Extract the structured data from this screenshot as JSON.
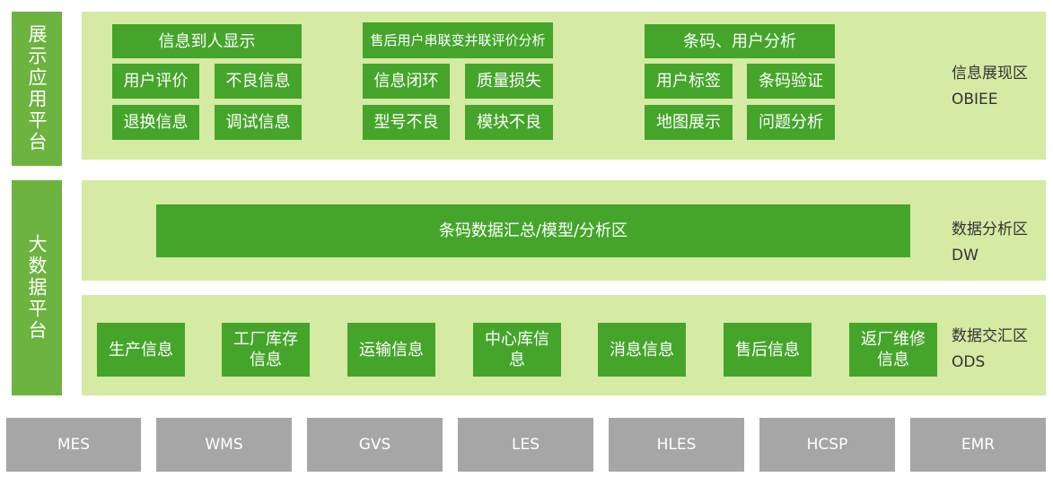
{
  "sidebar": {
    "display_platform": "展示应用平台",
    "bigdata_platform": "大数据平台"
  },
  "presentation": {
    "zone_label": "信息展现区",
    "zone_sub": "OBIEE",
    "group1": {
      "title": "信息到人显示",
      "items": [
        "用户评价",
        "不良信息",
        "退换信息",
        "调试信息"
      ]
    },
    "group2": {
      "title": "售后用户串联变并联评价分析",
      "items": [
        "信息闭环",
        "质量损失",
        "型号不良",
        "模块不良"
      ]
    },
    "group3": {
      "title": "条码、用户分析",
      "items": [
        "用户标签",
        "条码验证",
        "地图展示",
        "问题分析"
      ]
    }
  },
  "analysis": {
    "zone_label": "数据分析区",
    "zone_sub": "DW",
    "main_box": "条码数据汇总/模型/分析区"
  },
  "exchange": {
    "zone_label": "数据交汇区",
    "zone_sub": "ODS",
    "items": [
      "生产信息",
      "工厂库存信息",
      "运输信息",
      "中心库信息",
      "消息信息",
      "售后信息",
      "返厂维修信息"
    ]
  },
  "sources": [
    "MES",
    "WMS",
    "GVS",
    "LES",
    "HLES",
    "HCSP",
    "EMR"
  ]
}
